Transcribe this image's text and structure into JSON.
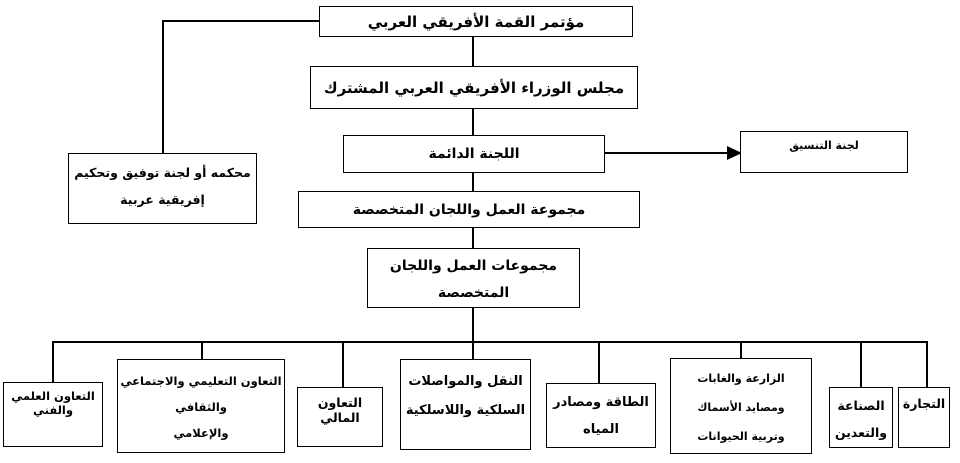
{
  "diagram": {
    "colors": {
      "line": "#000000",
      "box_border": "#000000",
      "background": "#ffffff",
      "text": "#000000"
    },
    "nodes": {
      "summit": {
        "label": "مؤتمر القمة الأفريقي العربي"
      },
      "joint_council": {
        "label": "مجلس الوزراء الأفريقي العربي المشترك"
      },
      "standing_committee": {
        "label": "اللجنة الدائمة"
      },
      "coordination_committee": {
        "label": "لجنة التنسيق"
      },
      "arbitration_court": {
        "line1": "محكمه أو لجنة توفيق وتحكيم",
        "line2": "إفريقية عربية"
      },
      "work_group_and_committees": {
        "label": "مجموعة العمل واللجان المتخصصة"
      },
      "work_groups_and_committees": {
        "line1": "مجموعات العمل واللجان",
        "line2": "المتخصصة"
      },
      "scientific_technical_cooperation": {
        "label": "التعاون العلمي والفني"
      },
      "education_social_cultural_media_cooperation": {
        "line1": "التعاون التعليمي والاجتماعي والثقافي",
        "line2": "والإعلامي"
      },
      "financial_cooperation": {
        "label": "التعاون المالي"
      },
      "transport_telecom": {
        "line1": "النقل والمواصلات",
        "line2": "السلكية واللاسلكية"
      },
      "energy_water_resources": {
        "line1": "الطاقة ومصادر",
        "line2": "المياه"
      },
      "agriculture_forests_fisheries_livestock": {
        "line1": "الزارعة والغابات",
        "line2": "ومصايد الأسماك",
        "line3": "وتربية الحيوانات"
      },
      "industry_mining": {
        "line1": "الصناعة",
        "line2": "والتعدين"
      },
      "trade": {
        "label": "التجارة"
      }
    }
  }
}
